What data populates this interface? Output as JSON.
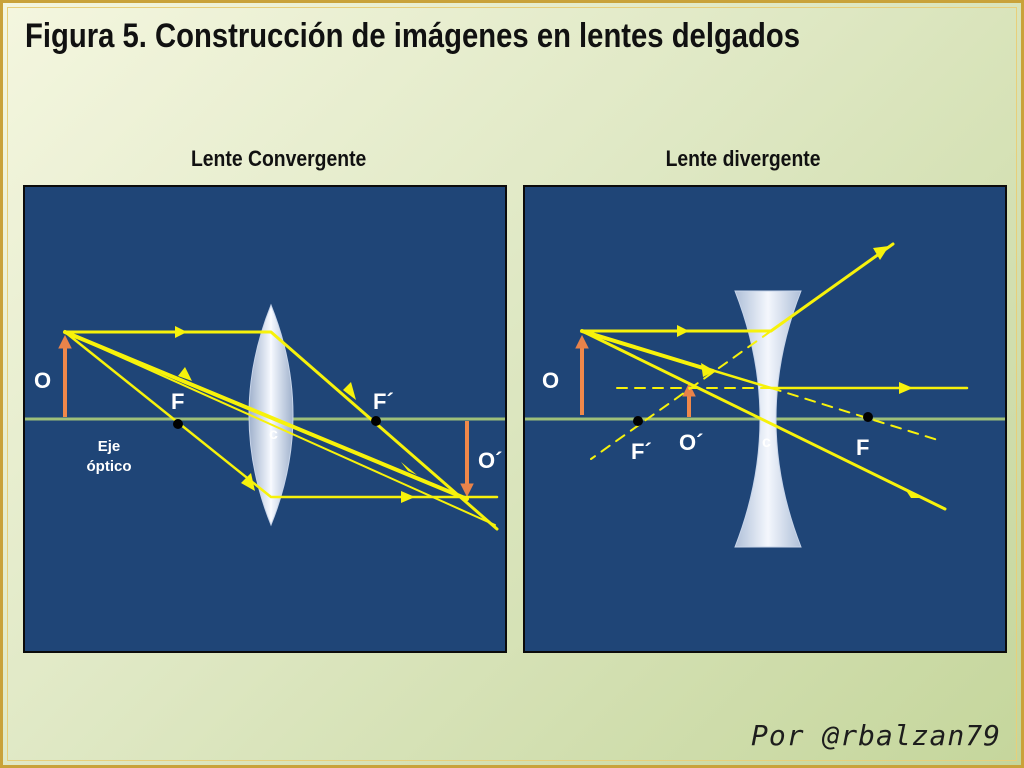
{
  "title": "Figura 5. Construcción de imágenes en lentes delgados",
  "author": "Por @rbalzan79",
  "colors": {
    "panel": "#1f4577",
    "ray": "#f7f20b",
    "object": "#f0884a",
    "axis": "#9ec07a",
    "lens": "#dbe5f4"
  },
  "convergent": {
    "title": "Lente Convergente",
    "object": "O",
    "image": "O´",
    "focus_left": "F",
    "focus_right": "F´",
    "center": "c",
    "axis_label_line1": "Eje",
    "axis_label_line2": "óptico"
  },
  "divergent": {
    "title": "Lente divergente",
    "object": "O",
    "image": "O´",
    "focus_left": "F´",
    "focus_right": "F",
    "center": "c"
  }
}
